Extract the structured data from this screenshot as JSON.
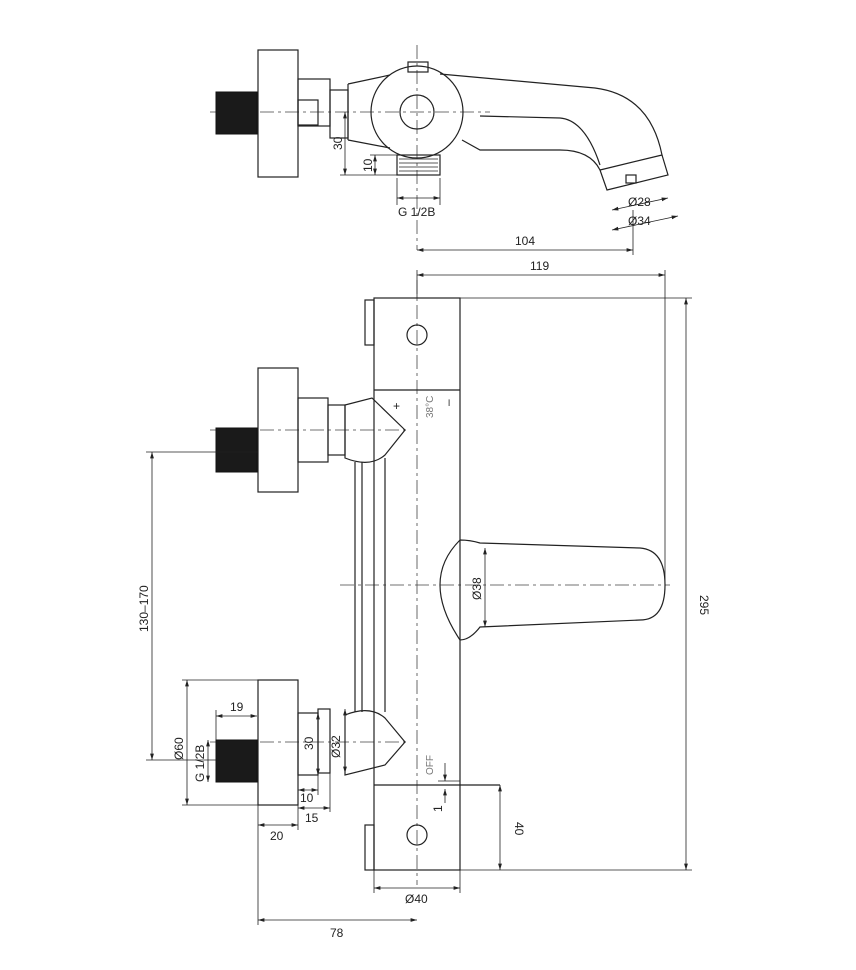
{
  "top_view": {
    "dims": {
      "d30": "30",
      "d10": "10",
      "thread": "G 1/2B",
      "d104": "104",
      "d28": "Ø28",
      "d34": "Ø34"
    }
  },
  "front_view": {
    "dims": {
      "d119": "119",
      "d295": "295",
      "range": "130–170",
      "d60": "Ø60",
      "d19": "19",
      "thread": "G 1/2B",
      "d30": "30",
      "d32": "Ø32",
      "d10": "10",
      "d15": "15",
      "d20": "20",
      "d78": "78",
      "d40w": "Ø40",
      "d40h": "40",
      "d1": "1",
      "d38": "Ø38"
    },
    "marks": {
      "plus": "+",
      "temp": "38°C",
      "minus": "–",
      "off": "OFF"
    }
  }
}
